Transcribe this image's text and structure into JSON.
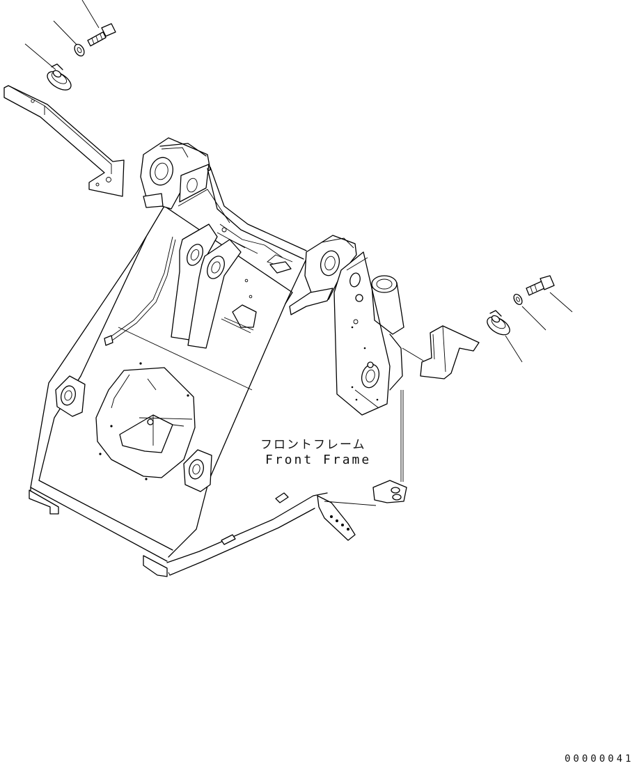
{
  "labels": {
    "part_name_jp": "フロントフレーム",
    "part_name_en": "Front Frame",
    "drawing_code": "00000041"
  },
  "colors": {
    "line": "#000000",
    "background": "#ffffff"
  }
}
